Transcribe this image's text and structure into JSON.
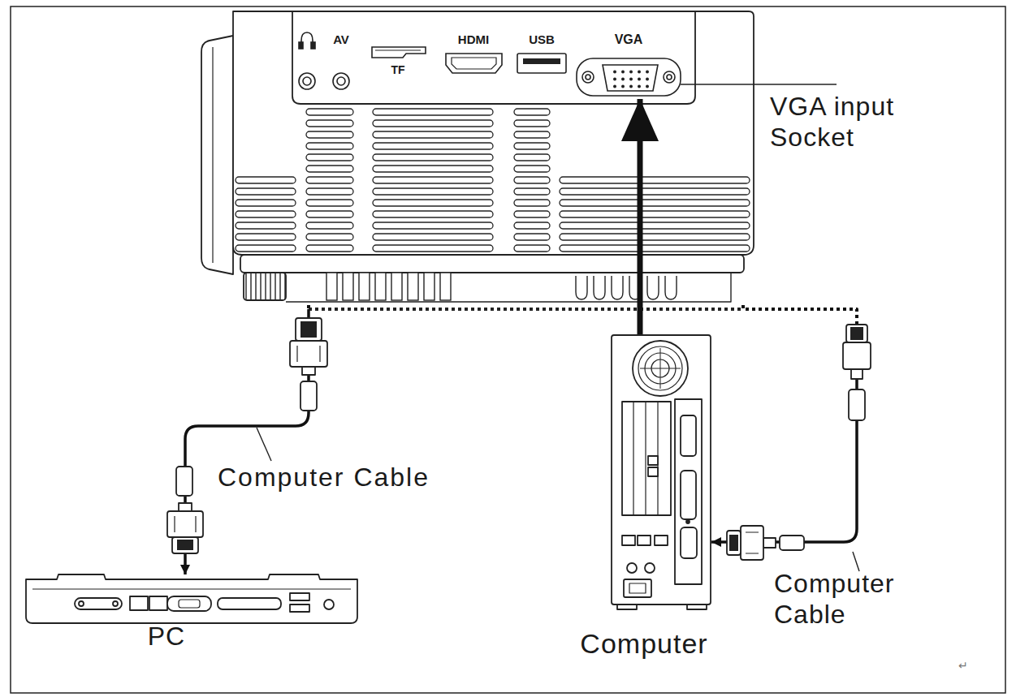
{
  "diagram": {
    "nodes": [
      {
        "text": [
          "AV",
          "TF",
          "HDMI",
          "USB"
        ]
      },
      {
        "text": [
          "VGA"
        ],
        "in": 0
      },
      {
        "text": [
          "PC"
        ]
      },
      {
        "text": [
          "Computer"
        ]
      }
    ],
    "edges": [
      {
        "from": 0,
        "to": 2,
        "arrow": "to",
        "label": "Computer Cable"
      },
      {
        "from": 0,
        "to": 3,
        "arrow": "to",
        "label": "Computer Cable"
      },
      {
        "from": 3,
        "to": 1,
        "arrow": "to"
      }
    ],
    "labels": [
      "VGA input Socket",
      "↵"
    ]
  }
}
